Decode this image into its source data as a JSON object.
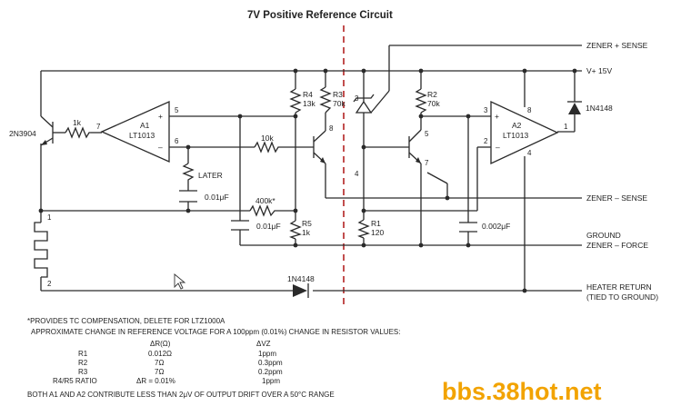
{
  "title": "7V Positive Reference Circuit",
  "nets": {
    "zener_plus_sense": "ZENER + SENSE",
    "vplus": "V+ 15V",
    "zener_minus_sense": "ZENER – SENSE",
    "ground": "GROUND",
    "zener_minus_force": "ZENER – FORCE",
    "heater_return": "HEATER RETURN",
    "tied_to_ground": "(TIED TO GROUND)"
  },
  "components": {
    "q_heater": "2N3904",
    "r_1k": "1k",
    "a1_name": "A1",
    "a1_part": "LT1013",
    "a1_pin7": "7",
    "a1_pin5": "5",
    "a1_pin6": "6",
    "a1_plus": "+",
    "a1_minus": "–",
    "later": "LATER",
    "c_later": "0.01μF",
    "r_10k": "10k",
    "r_400k": "400k*",
    "c_001": "0.01μF",
    "r4_name": "R4",
    "r4_val": "13k",
    "r3_name": "R3",
    "r3_val": "70k",
    "r5_name": "R5",
    "r5_val": "1k",
    "q_pin8": "8",
    "zener_pin3": "3",
    "zener_pin4": "4",
    "r1_name": "R1",
    "r1_val": "120",
    "r2_name": "R2",
    "r2_val": "70k",
    "q2_pin5": "5",
    "q2_pin7": "7",
    "c_0002": "0.002μF",
    "a2_name": "A2",
    "a2_part": "LT1013",
    "a2_pin3": "3",
    "a2_pin2": "2",
    "a2_pin8": "8",
    "a2_pin4": "4",
    "a2_pin1": "1",
    "a2_plus": "+",
    "a2_minus": "–",
    "d_1n4148_top": "1N4148",
    "d_1n4148_bottom": "1N4148",
    "heater_pin1": "1",
    "heater_pin2": "2"
  },
  "notes": {
    "footnote": "*PROVIDES TC COMPENSATION, DELETE FOR LTZ1000A",
    "approx": "APPROXIMATE CHANGE IN REFERENCE VOLTAGE FOR A 100ppm (0.01%) CHANGE IN RESISTOR VALUES:",
    "col_dr": "ΔR(Ω)",
    "col_dv": "ΔVZ",
    "rows": [
      {
        "name": "R1",
        "dr": "0.012Ω",
        "dv": "1ppm"
      },
      {
        "name": "R2",
        "dr": "7Ω",
        "dv": "0.3ppm"
      },
      {
        "name": "R3",
        "dr": "7Ω",
        "dv": "0.2ppm"
      },
      {
        "name": "R4/R5 RATIO",
        "dr": "ΔR = 0.01%",
        "dv": "1ppm"
      }
    ],
    "drift": "BOTH A1 AND A2 CONTRIBUTE LESS THAN 2μV OF OUTPUT DRIFT OVER A 50°C RANGE"
  },
  "watermark": "bbs.38hot.net",
  "colors": {
    "divider": "#b22222",
    "watermark": "#f2a300",
    "ink": "#2a2a2a"
  }
}
